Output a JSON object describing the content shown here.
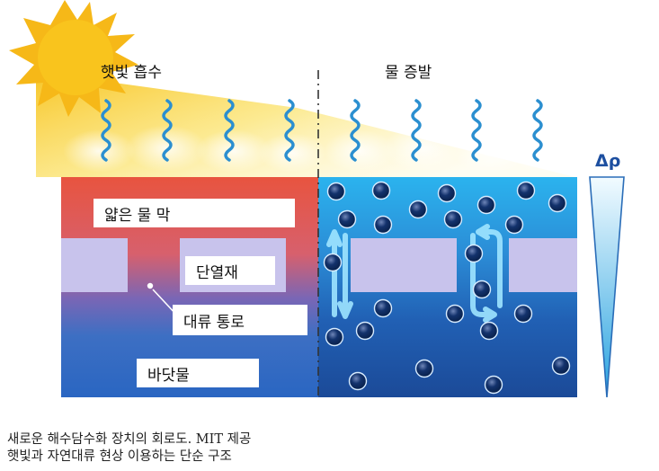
{
  "labels": {
    "absorb": "햇빛 흡수",
    "evaporate": "물 증발",
    "film": "얇은 물 막",
    "insulator": "단열재",
    "channel": "대류 통로",
    "bottom_water": "바닷물",
    "delta_rho": "Δρ"
  },
  "caption": {
    "line1": "새로운 해수담수화 장치의 회로도. MIT 제공",
    "line2": "햇빛과 자연대류 현상 이용하는 단순 구조"
  },
  "colors": {
    "sun": "#f7c21a",
    "left_top": "#ea5a45",
    "left_bottom": "#2f73c6",
    "right_top": "#2ab0ea",
    "right_bottom": "#1f4c9c",
    "insulator": "#c9c2ec",
    "vapor": "#2b8fd0",
    "particle": "#0e2f66"
  },
  "icons": [
    "sun-icon",
    "vapor-wave-icon",
    "salt-particle-icon",
    "convection-arrow-icon",
    "density-gradient-icon"
  ]
}
